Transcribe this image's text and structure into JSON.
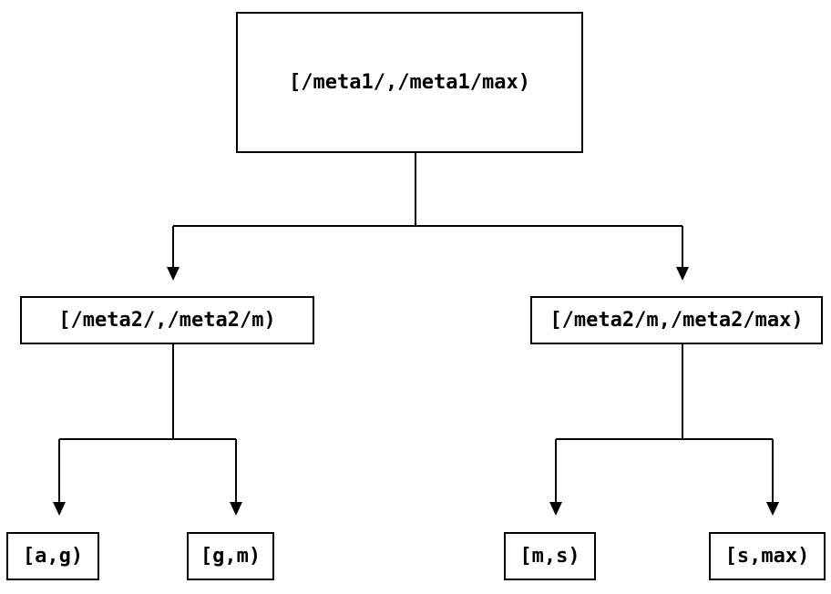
{
  "diagram": {
    "type": "tree",
    "colors": {
      "background": "#ffffff",
      "line": "#000000",
      "text": "#000000"
    },
    "nodes": {
      "root": {
        "label": "[/meta1/,/meta1/max)"
      },
      "level2_left": {
        "label": "[/meta2/,/meta2/m)"
      },
      "level2_right": {
        "label": "[/meta2/m,/meta2/max)"
      },
      "leaf_a_g": {
        "label": "[a,g)"
      },
      "leaf_g_m": {
        "label": "[g,m)"
      },
      "leaf_m_s": {
        "label": "[m,s)"
      },
      "leaf_s_max": {
        "label": "[s,max)"
      }
    }
  }
}
